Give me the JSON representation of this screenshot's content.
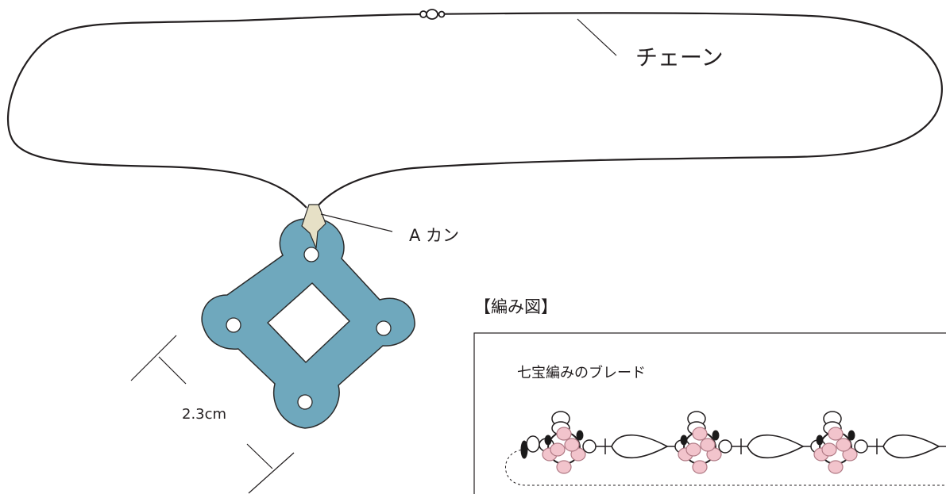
{
  "labels": {
    "chain": "チェーン",
    "jump_ring": "A カン",
    "dimension": "2.3cm",
    "diagram_heading": "【編み図】",
    "braid_caption": "七宝編みのブレード"
  },
  "colors": {
    "line": "#231f20",
    "pendant": "#6fa8bd",
    "pendant_stroke": "#2b2b2b",
    "bail": "#e6e0c6",
    "bead_pink": "#f2c4cc",
    "bead_black": "#1a1a1a"
  },
  "braid_units": 3
}
